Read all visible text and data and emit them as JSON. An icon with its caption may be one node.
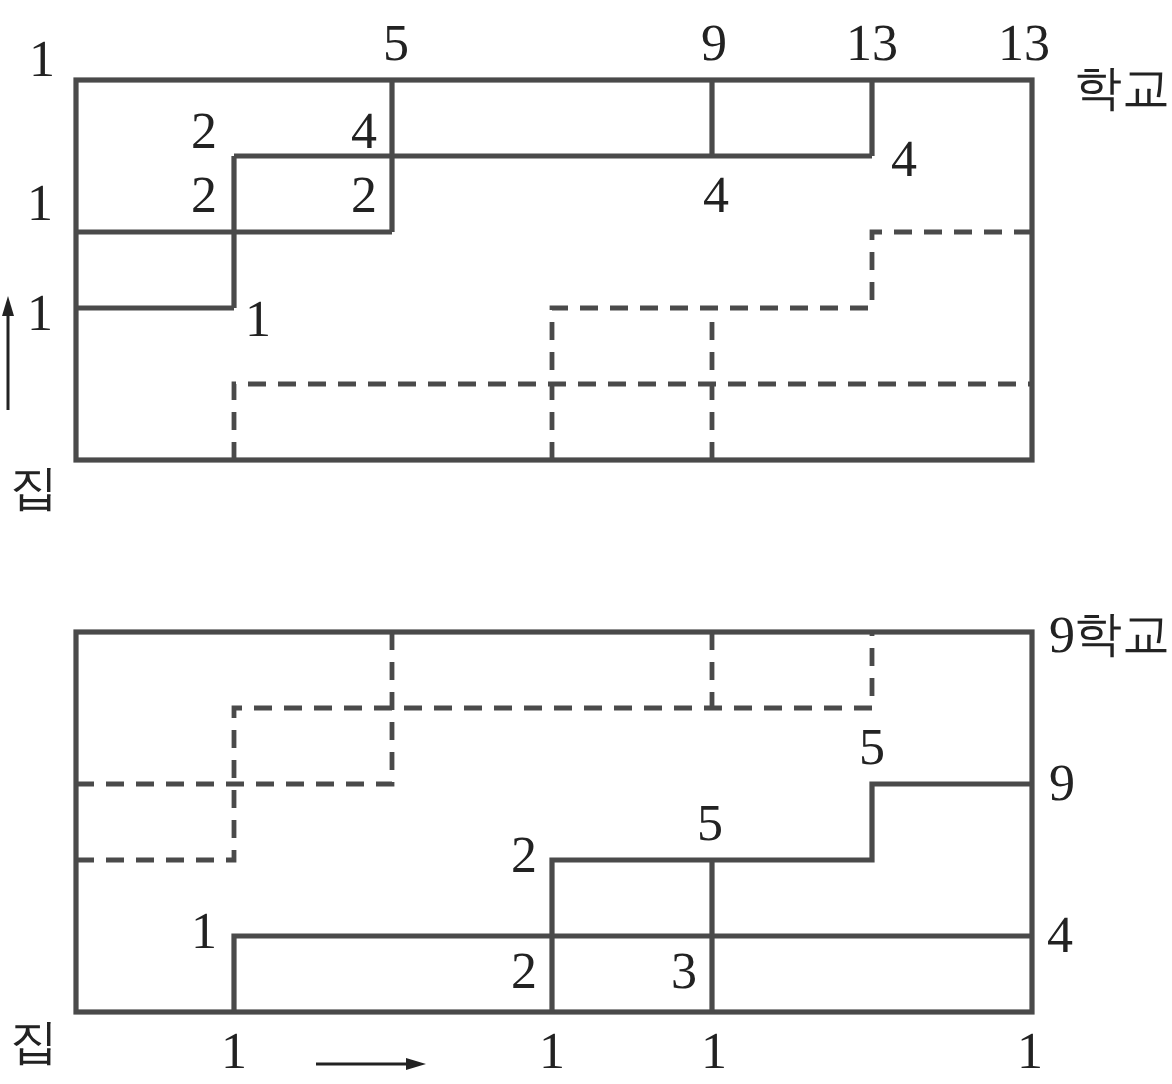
{
  "diagram": {
    "labels": [
      "1",
      "5",
      "9",
      "13",
      "13",
      "학교",
      "2",
      "4",
      "4",
      "1",
      "2",
      "2",
      "4",
      "1",
      "1",
      "집",
      "9",
      "학교",
      "5",
      "9",
      "5",
      "2",
      "1",
      "4",
      "2",
      "3",
      "집",
      "1",
      "1",
      "1",
      "1"
    ]
  }
}
